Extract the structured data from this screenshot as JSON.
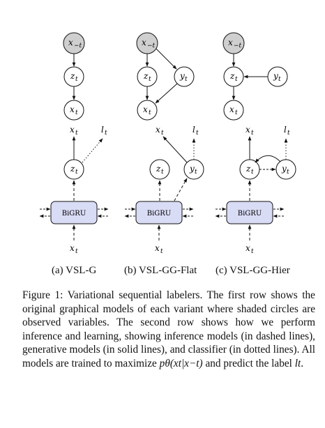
{
  "figure": {
    "node_labels": {
      "x_minus_t": "x",
      "x_minus_t_sub": "−t",
      "z": "z",
      "y": "y",
      "x": "x",
      "l": "l",
      "t_sub": "t",
      "bigru": "BiGRU"
    },
    "subcaptions": {
      "a": "(a) VSL-G",
      "b": "(b) VSL-GG-Flat",
      "c": "(c) VSL-GG-Hier"
    }
  },
  "caption": {
    "label": "Figure 1:",
    "text_1": "Variational sequential labelers. The first row shows the original graphical models of each variant where shaded circles are observed variables. The second row shows how we perform inference and learning, showing inference models (in dashed lines), generative models (in solid lines), and classifier (in dotted lines). All models are trained to maximize",
    "formula": "pθ(xt|x−t)",
    "text_2": "and predict the label",
    "label_var": "lt",
    "end": "."
  }
}
